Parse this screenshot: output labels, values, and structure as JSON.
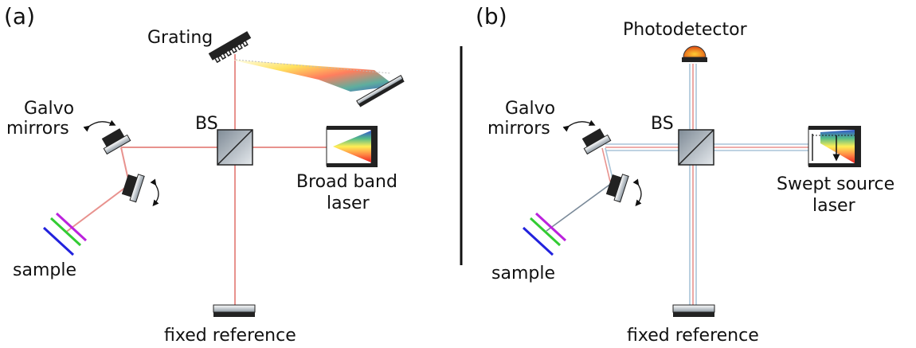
{
  "panel_a": {
    "tag": "(a)",
    "grating": "Grating",
    "galvo_line1": "Galvo",
    "galvo_line2": "mirrors",
    "bs": "BS",
    "laser_line1": "Broad band",
    "laser_line2": "laser",
    "sample": "sample",
    "reference": "fixed reference"
  },
  "panel_b": {
    "tag": "(b)",
    "detector": "Photodetector",
    "galvo_line1": "Galvo",
    "galvo_line2": "mirrors",
    "bs": "BS",
    "laser_line1": "Swept source",
    "laser_line2": "laser",
    "sample": "sample",
    "reference": "fixed reference"
  },
  "colors": {
    "beam_red": "#e8928e",
    "beam_blue": "#a8c4d8",
    "beam_gray": "#7a8a99",
    "spectrum": [
      "#ff0000",
      "#ff9900",
      "#ffff55",
      "#55cc55",
      "#3399ff",
      "#3333cc"
    ]
  }
}
